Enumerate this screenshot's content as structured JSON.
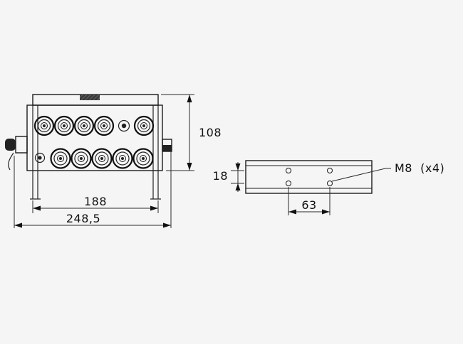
{
  "colors": {
    "background": "#f5f5f5",
    "line": "#1a1a1a",
    "detail_fill": "#222222"
  },
  "dims": {
    "overall_height": "108",
    "mounting_width": "188",
    "overall_width": "248,5",
    "hole_row_spacing": "18",
    "hole_column_spacing": "63",
    "thread_callout": "M8  (x4)"
  }
}
